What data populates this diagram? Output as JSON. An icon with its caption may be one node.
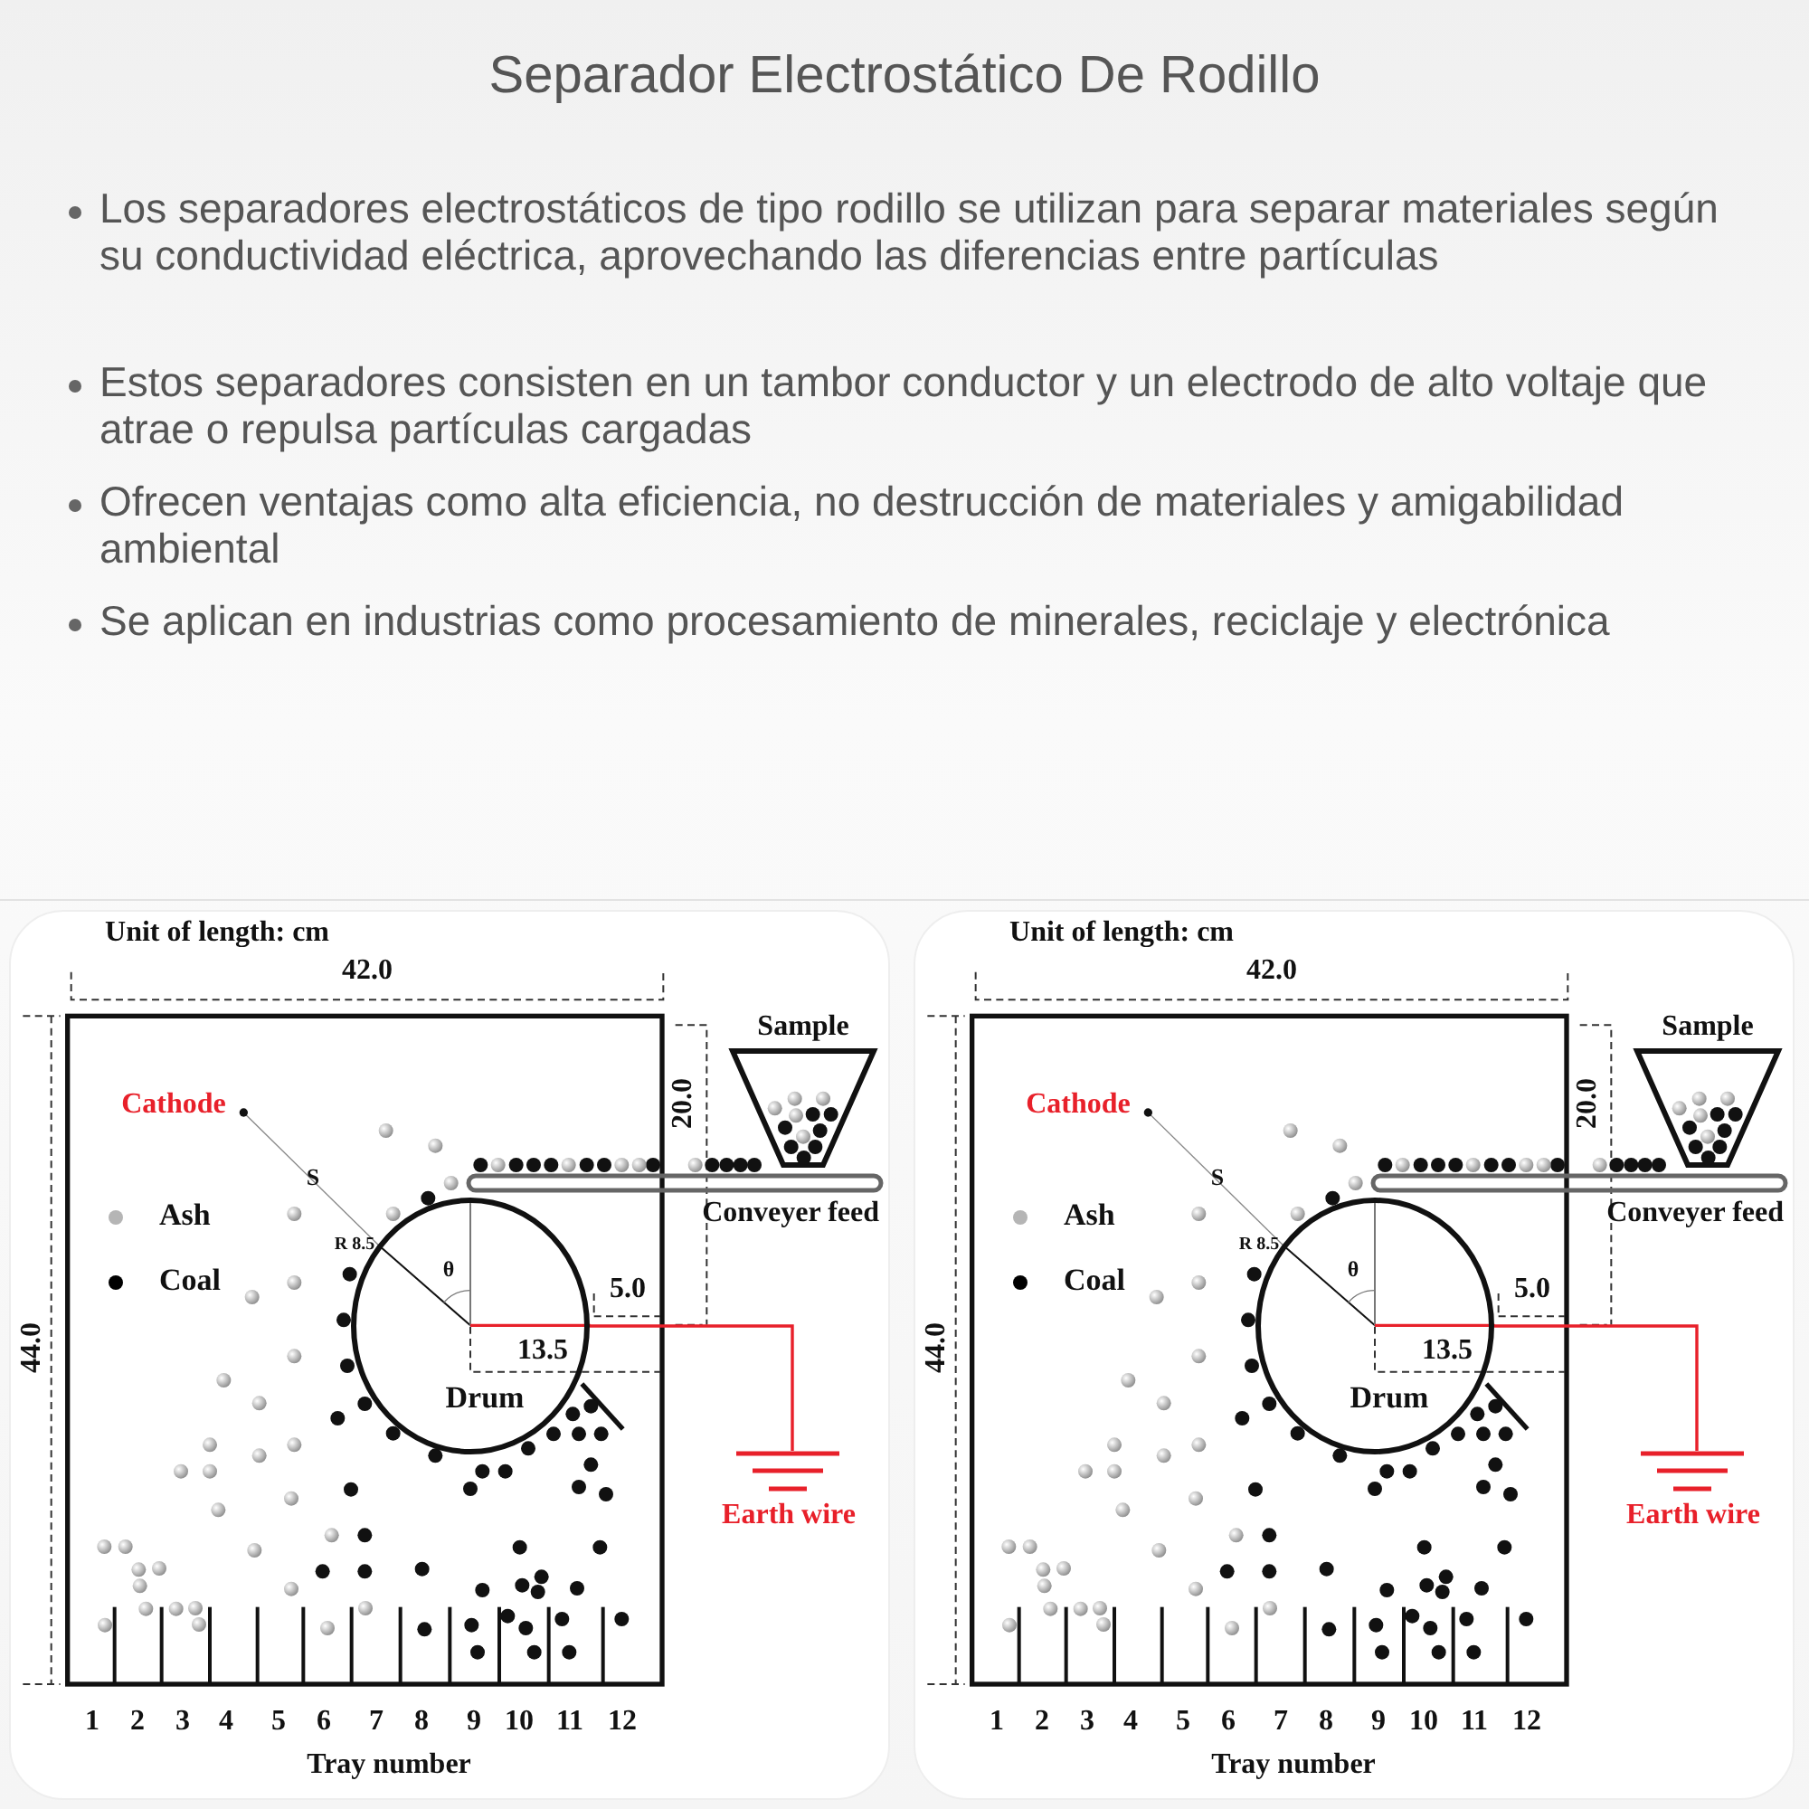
{
  "diagram": {
    "title": "Separador Electrostático De Rodillo",
    "nodes": [
      {
        "text": [
          "Drum"
        ]
      },
      {
        "text": [
          "Sample"
        ]
      },
      {
        "text": [
          "Conveyer feed"
        ]
      },
      {
        "text": [
          "Earth wire"
        ]
      },
      {
        "text": [
          "Drum"
        ]
      },
      {
        "text": [
          "Sample"
        ]
      },
      {
        "text": [
          "Conveyer feed"
        ]
      },
      {
        "text": [
          "Earth wire"
        ]
      }
    ],
    "edges": [
      {
        "from": 0,
        "to": 3,
        "arrow": "none",
        "color": "#e8202a"
      },
      {
        "from": 4,
        "to": 7,
        "arrow": "none",
        "color": "#e8202a"
      }
    ],
    "labels": [
      "Los separadores electrostáticos de tipo rodillo se utilizan para separar materiales según su conductividad eléctrica, aprovechando las diferencias entre partículas",
      "Estos separadores consisten en un tambor conductor y un electrodo de alto voltaje que atrae o repulsa partículas cargadas",
      "Ofrecen ventajas como alta eficiencia, no destrucción de materiales y amigabilidad ambiental",
      "Se aplican en industrias como procesamiento de minerales, reciclaje y electrónica",
      "Unit of length: cm",
      "42.0",
      "44.0",
      "20.0",
      "Cathode",
      "S",
      "R 8.5",
      "θ",
      "5.0",
      "13.5",
      "1",
      "2",
      "3",
      "4",
      "5",
      "6",
      "7",
      "8",
      "9",
      "10",
      "11",
      "12",
      "Tray number",
      "Unit of length: cm",
      "42.0",
      "44.0",
      "20.0",
      "Cathode",
      "S",
      "R 8.5",
      "θ",
      "5.0",
      "13.5",
      "1",
      "2",
      "3",
      "4",
      "5",
      "6",
      "7",
      "8",
      "9",
      "10",
      "11",
      "12",
      "Tray number"
    ],
    "legend": [
      {
        "text": "Ash",
        "color": "#b5b5b5"
      },
      {
        "text": "Coal",
        "color": "#000000"
      },
      {
        "text": "Ash",
        "color": "#b5b5b5"
      },
      {
        "text": "Coal",
        "color": "#000000"
      }
    ]
  }
}
